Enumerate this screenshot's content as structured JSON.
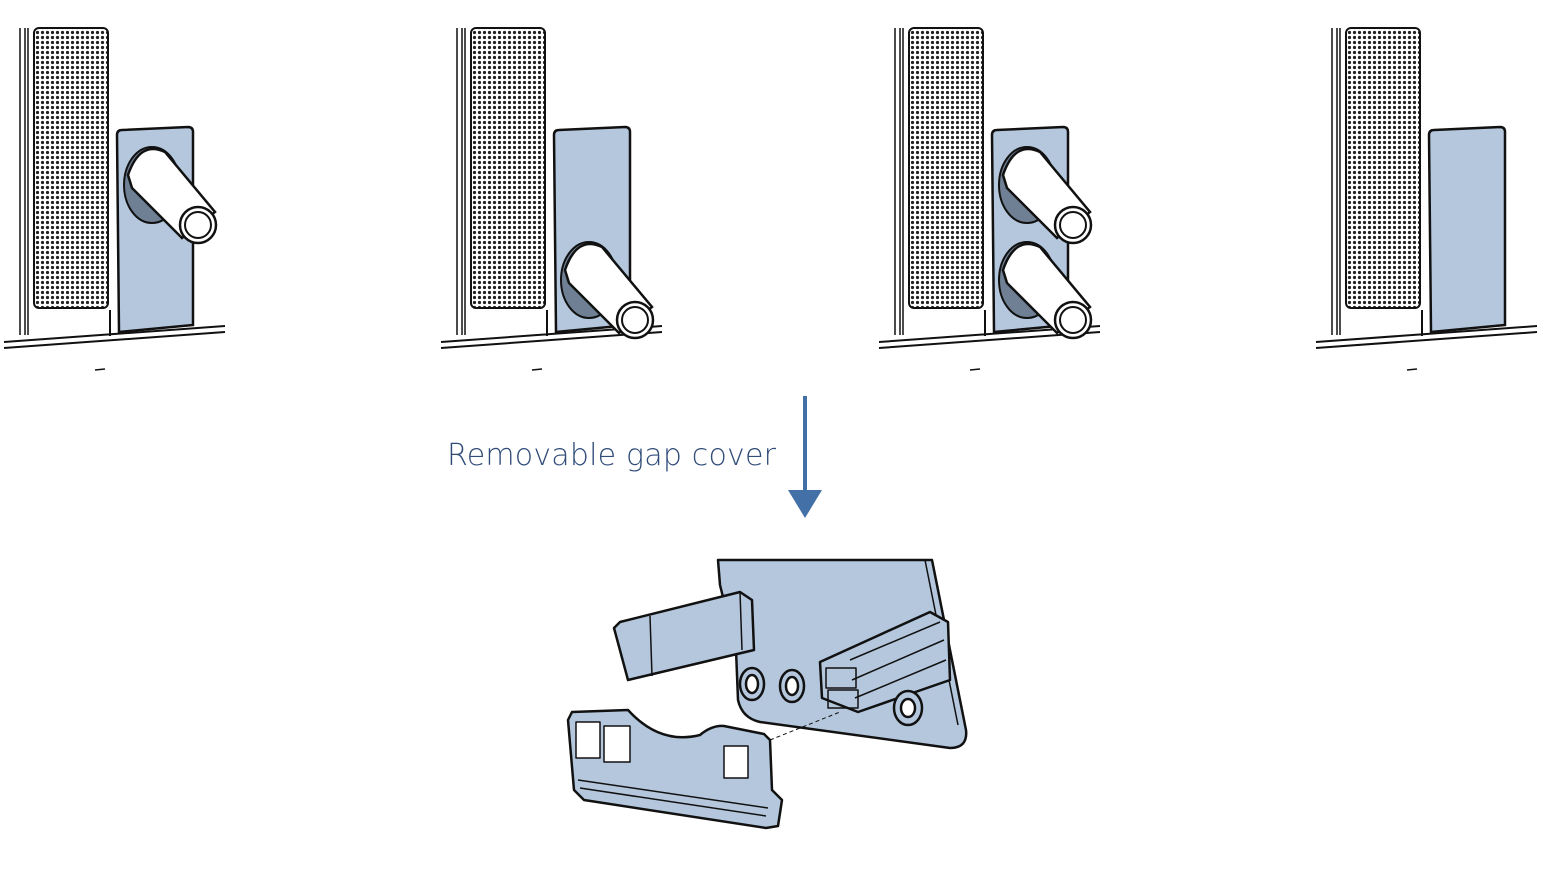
{
  "colors": {
    "part_fill": "#b4c7dd",
    "outline": "#111111",
    "label_text": "#2f4b77",
    "arrow": "#4470a8"
  },
  "callout": {
    "label": "Removable gap cover",
    "arrow_icon": "arrow-down-icon"
  },
  "panels": [
    {
      "name": "configuration-one-cable-top",
      "cables": [
        "top"
      ]
    },
    {
      "name": "configuration-one-cable-bottom",
      "cables": [
        "bottom"
      ]
    },
    {
      "name": "configuration-two-cables",
      "cables": [
        "top",
        "bottom"
      ]
    },
    {
      "name": "configuration-no-cables",
      "cables": []
    }
  ]
}
